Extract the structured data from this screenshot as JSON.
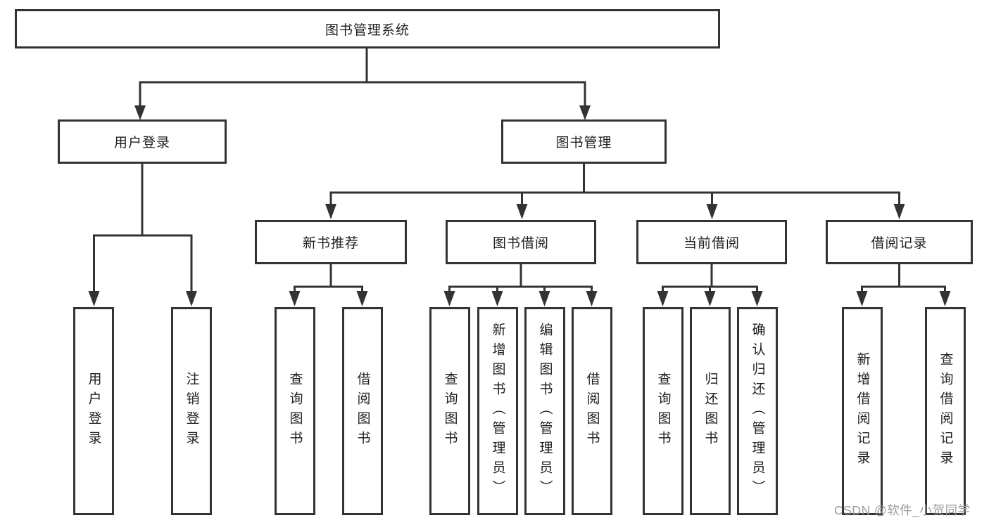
{
  "tree": {
    "root": "图书管理系统",
    "branches": [
      {
        "label": "用户登录",
        "children": [
          "用户登录",
          "注销登录"
        ]
      },
      {
        "label": "图书管理",
        "children": [
          {
            "label": "新书推荐",
            "children": [
              "查询图书",
              "借阅图书"
            ]
          },
          {
            "label": "图书借阅",
            "children": [
              "查询图书",
              "新增图书（管理员）",
              "编辑图书（管理员）",
              "借阅图书"
            ]
          },
          {
            "label": "当前借阅",
            "children": [
              "查询图书",
              "归还图书",
              "确认归还（管理员）"
            ]
          },
          {
            "label": "借阅记录",
            "children": [
              "新增借阅记录",
              "查询借阅记录"
            ]
          }
        ]
      }
    ]
  },
  "watermark": {
    "text": "CSDN @软件_小贺同学",
    "color": "#9c9c9c"
  },
  "colors": {
    "line": "#333333",
    "text": "#1f1f1f",
    "background": "#ffffff"
  }
}
